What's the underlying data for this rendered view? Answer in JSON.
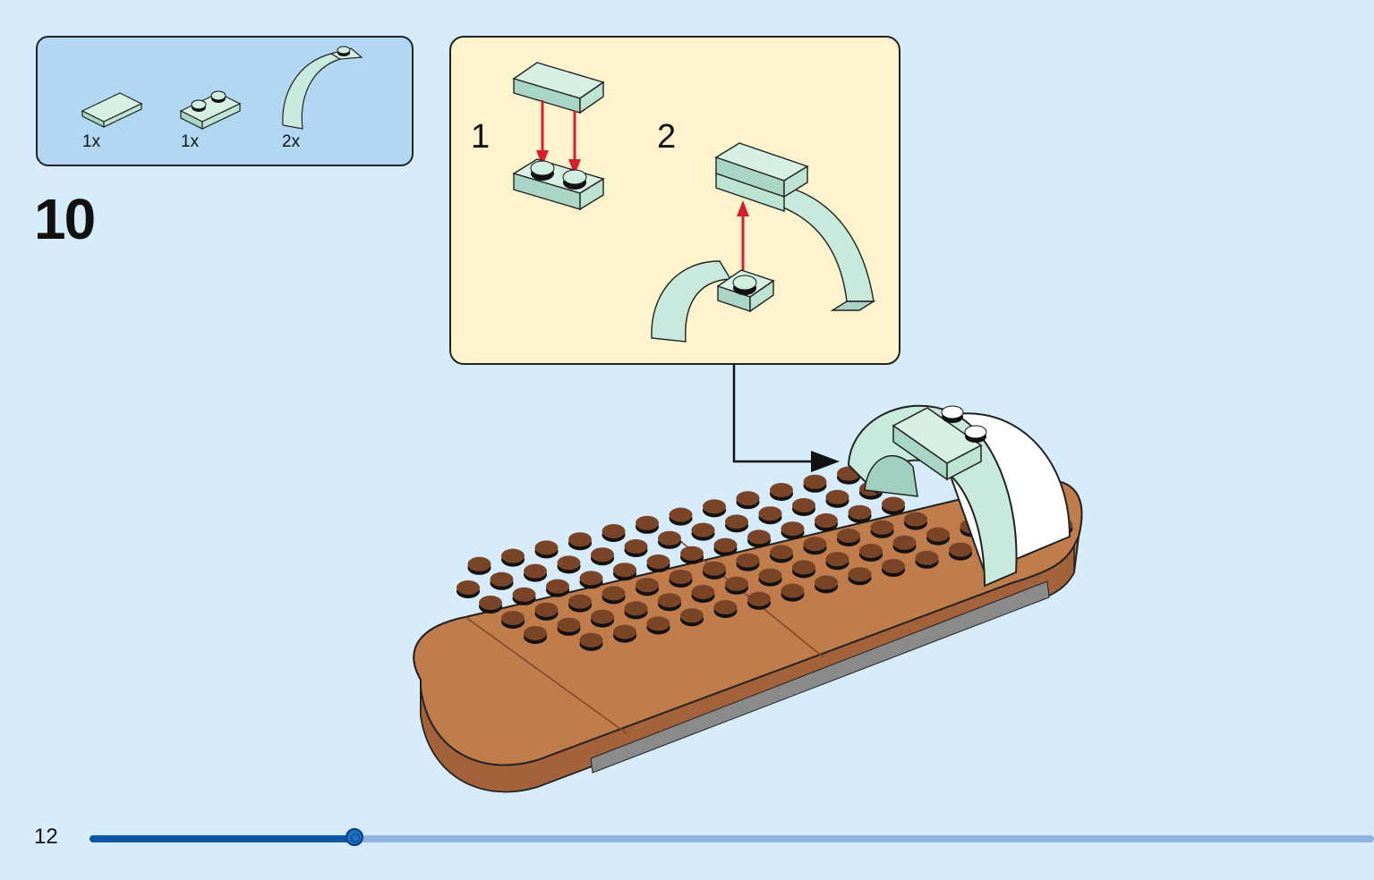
{
  "step": {
    "number": "10"
  },
  "parts": [
    {
      "qty": "1x",
      "icon": "tile-1x2-icon"
    },
    {
      "qty": "1x",
      "icon": "plate-1x2-icon"
    },
    {
      "qty": "2x",
      "icon": "arch-curved-icon"
    }
  ],
  "callout": {
    "substeps": [
      "1",
      "2"
    ]
  },
  "page": {
    "number": "12"
  },
  "progress": {
    "fraction": 0.206
  },
  "colors": {
    "page_background": "#d7ecfb",
    "parts_box": "#b1d7f3",
    "callout_box": "#fdf3cc",
    "piece_mint": "#c8eadc",
    "baseplate_brown": "#b87446",
    "assembly_arrow": "#d81e2c",
    "progress_fill": "#0a56a8",
    "progress_track": "#8fb4e0"
  }
}
